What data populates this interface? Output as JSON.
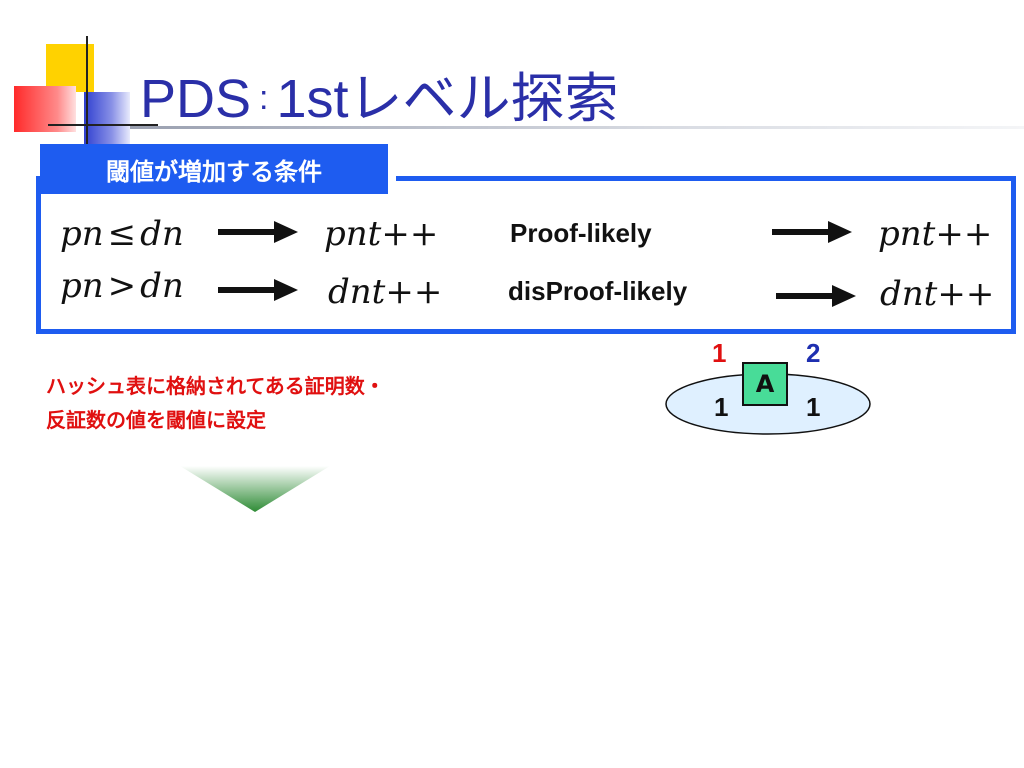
{
  "title": {
    "main": "PDS",
    "separator": ":",
    "subtitle": "1stレベル探索"
  },
  "conditions": {
    "header": "閾値が増加する条件",
    "rows": [
      {
        "lhs": "pn",
        "op": "≤",
        "rhs": "dn",
        "result": "pnt++",
        "strategy": "Proof-likely",
        "strategy_result": "pnt++"
      },
      {
        "lhs": "pn",
        "op": ">",
        "rhs": "dn",
        "result": "dnt++",
        "strategy": "disProof-likely",
        "strategy_result": "dnt++"
      }
    ]
  },
  "note": {
    "line1": "ハッシュ表に格納されてある証明数・",
    "line2": "反証数の値を閾値に設定"
  },
  "node": {
    "top_left": "1",
    "top_right": "2",
    "bottom_left": "1",
    "bottom_right": "1",
    "label": "A"
  },
  "colors": {
    "accent_blue": "#1e5cf0",
    "title_blue": "#2a2fa8",
    "note_red": "#e01010",
    "node_green": "#48dc98",
    "node_red": "#e01010",
    "node_blue": "#1e2fb0"
  }
}
